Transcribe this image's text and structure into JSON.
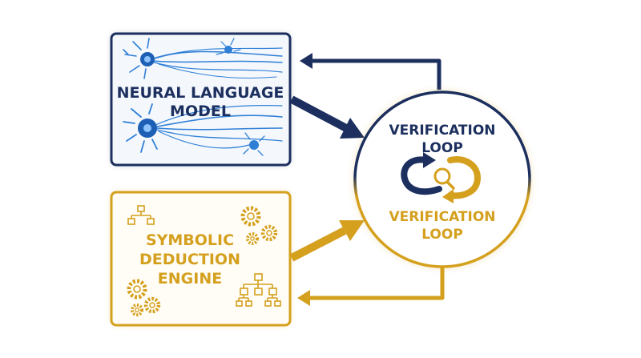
{
  "neural_box": {
    "line1": "NEURAL LANGUAGE",
    "line2": "MODEL",
    "color": "#1c2f5e",
    "accent": "#2f7fd6",
    "icon": "neuron-icon"
  },
  "symbolic_box": {
    "line1": "SYMBOLIC",
    "line2": "DEDUCTION",
    "line3": "ENGINE",
    "color": "#d4a01e",
    "icons": [
      "tree-hierarchy-icon",
      "gears-icon"
    ]
  },
  "verification": {
    "top_line1": "VERIFICATION",
    "top_line2": "LOOP",
    "bottom_line1": "VERIFICATION",
    "bottom_line2": "LOOP",
    "icon": "cycle-magnifier-icon"
  }
}
